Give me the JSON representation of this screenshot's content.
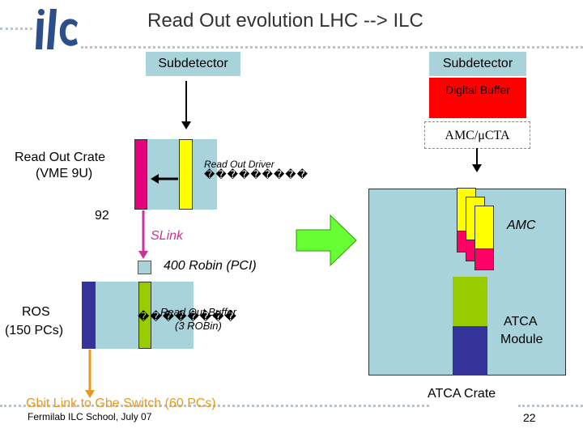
{
  "slide": {
    "title": "Read Out evolution LHC --> ILC",
    "logo_text": "ilc",
    "footer_left": "Fermilab ILC School, July 07",
    "page_number": "22"
  },
  "lhc": {
    "subdetector_label": "Subdetector",
    "crate_label_line1": "Read Out Crate",
    "crate_label_line2": "(VME 9U)",
    "driver_label": "Read Out Driver",
    "driver_glyphs": "���������",
    "count_label": "92",
    "slink_label": "SLink",
    "robin_label": "400 Robin (PCI)",
    "ros_label_line1": "ROS",
    "ros_label_line2": "(150 PCs)",
    "buffer_label_line1": "Read Out Buffer",
    "buffer_label_line2": "(3 ROBin)",
    "buffer_glyphs": "��������",
    "gbit_label": "Gbit Link to Gbe Switch (60 PCs)"
  },
  "ilc": {
    "subdetector_label": "Subdetector",
    "digital_buffer_label": "Digital Buffer",
    "amc_uta_label": "AMC/μCTA",
    "amc_label": "AMC",
    "atca_module_line1": "ATCA",
    "atca_module_line2": "Module",
    "atca_crate_label": "ATCA Crate"
  },
  "colors": {
    "light_blue": "#a8d3da",
    "yellow": "#ffff00",
    "magenta": "#ff0066",
    "green": "#99cc00",
    "navy": "#333399",
    "red": "#ff0000",
    "orange": "#e69a1f",
    "logo_blue": "#2a4f8a"
  }
}
